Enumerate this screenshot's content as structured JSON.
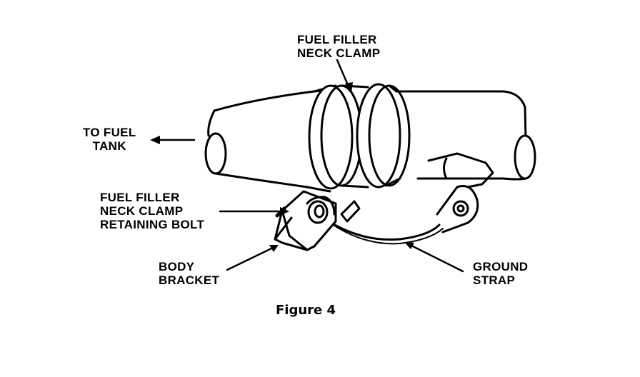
{
  "labels": {
    "neck_clamp": {
      "line1": "FUEL FILLER",
      "line2": "NECK CLAMP"
    },
    "to_fuel_tank": {
      "line1": "TO FUEL",
      "line2": "TANK"
    },
    "retaining_bolt": {
      "line1": "FUEL FILLER",
      "line2": "NECK CLAMP",
      "line3": "RETAINING BOLT"
    },
    "body_bracket": {
      "line1": "BODY",
      "line2": "BRACKET"
    },
    "ground_strap": {
      "line1": "GROUND",
      "line2": "STRAP"
    }
  },
  "caption": "Figure 4"
}
